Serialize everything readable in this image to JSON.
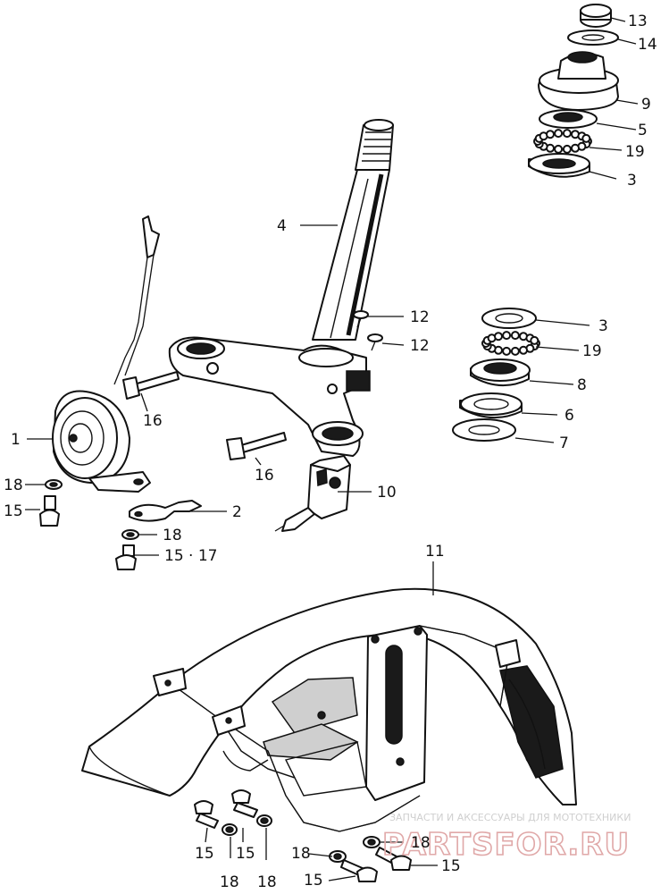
{
  "callouts": [
    {
      "id": "c13a",
      "text": "13"
    },
    {
      "id": "c14a",
      "text": "14"
    },
    {
      "id": "c9a",
      "text": "9"
    },
    {
      "id": "c5a",
      "text": "5"
    },
    {
      "id": "c19a",
      "text": "19"
    },
    {
      "id": "c3a",
      "text": "3"
    },
    {
      "id": "c4a",
      "text": "4"
    },
    {
      "id": "c12a",
      "text": "12"
    },
    {
      "id": "c12b",
      "text": "12"
    },
    {
      "id": "c3b",
      "text": "3"
    },
    {
      "id": "c19b",
      "text": "19"
    },
    {
      "id": "c8a",
      "text": "8"
    },
    {
      "id": "c6a",
      "text": "6"
    },
    {
      "id": "c7a",
      "text": "7"
    },
    {
      "id": "c1a",
      "text": "1"
    },
    {
      "id": "c16a",
      "text": "16"
    },
    {
      "id": "c16b",
      "text": "16"
    },
    {
      "id": "c10a",
      "text": "10"
    },
    {
      "id": "c18a",
      "text": "18"
    },
    {
      "id": "c15a",
      "text": "15"
    },
    {
      "id": "c2a",
      "text": "2"
    },
    {
      "id": "c18b",
      "text": "18"
    },
    {
      "id": "c1517",
      "text": "15 · 17"
    },
    {
      "id": "c11a",
      "text": "11"
    },
    {
      "id": "c15b",
      "text": "15"
    },
    {
      "id": "c15c",
      "text": "15"
    },
    {
      "id": "c18c",
      "text": "18"
    },
    {
      "id": "c18d",
      "text": "18"
    },
    {
      "id": "c18e",
      "text": "18"
    },
    {
      "id": "c18f",
      "text": "18"
    },
    {
      "id": "c15d",
      "text": "15"
    },
    {
      "id": "c15e",
      "text": "15"
    }
  ],
  "watermark": {
    "caption": "ЗАПЧАСТИ И АКСЕССУАРЫ ДЛЯ МОТОТЕХНИКИ",
    "brand": "PARTSFOR.RU"
  }
}
